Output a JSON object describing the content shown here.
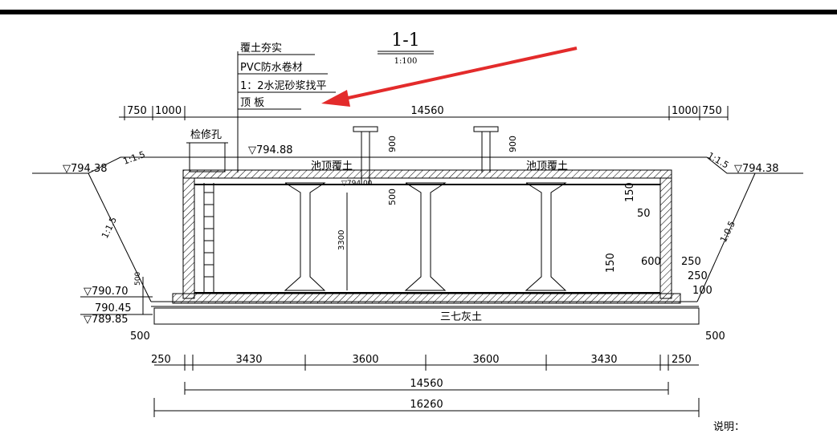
{
  "section": {
    "title": "1-1",
    "scale": "1:100"
  },
  "layers": [
    "覆土夯实",
    "PVC防水卷材",
    "1：2水泥砂浆找平",
    "顶    板"
  ],
  "labels": {
    "manhole": "检修孔",
    "cover_soil_left": "池顶覆土",
    "cover_soil_right": "池顶覆土",
    "base_fill": "三七灰土",
    "notes": "说明："
  },
  "elevations": {
    "cover_top": "▽794.88",
    "ground_left": "▽794.38",
    "ground_right": "▽794.38",
    "water": "▽794.00",
    "floor": "▽790.70",
    "base_top": "790.45",
    "base_bottom": "▽789.85"
  },
  "slopes": {
    "left": "1:1.5",
    "right": "1:1.5",
    "left_side": "1:1.5",
    "right_side": "1:0.5"
  },
  "dimensions": {
    "top_750_left": "750",
    "top_1000_left": "1000",
    "top_main": "14560",
    "top_1000_right": "1000",
    "top_750_right": "750",
    "vent_left": "900",
    "vent_right": "900",
    "slab_500": "500",
    "inner_height": "3300",
    "left_500": "500",
    "right_150_top": "150",
    "right_50": "50",
    "right_600": "600",
    "right_250_a": "250",
    "right_250_b": "250",
    "right_100": "100",
    "right_150_bottom": "150",
    "bottom_500_left": "500",
    "bottom_500_right": "500",
    "bay_250_left": "250",
    "bay_1": "3430",
    "bay_2": "3600",
    "bay_3": "3600",
    "bay_4": "3430",
    "bay_250_right": "250",
    "total_inner": "14560",
    "total_overall": "16260"
  }
}
